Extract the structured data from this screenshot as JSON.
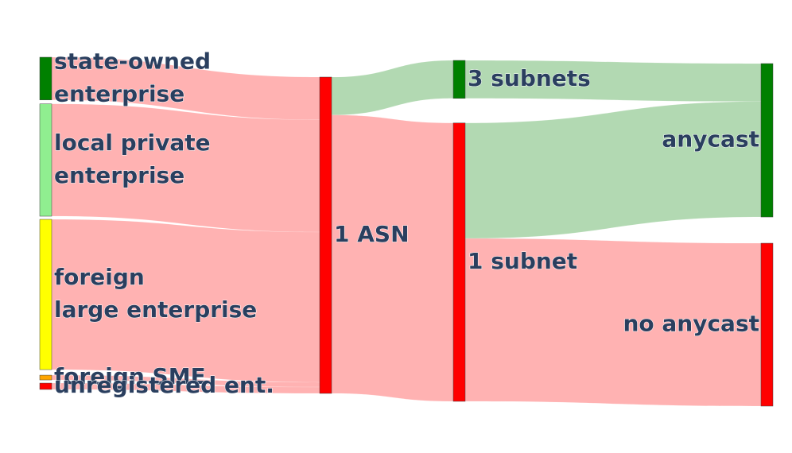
{
  "chart_data": {
    "type": "sankey",
    "nodes": [
      {
        "id": "soe",
        "label": [
          "state-owned",
          "enterprise"
        ],
        "color": "#008000",
        "column": 0,
        "label_side": "right"
      },
      {
        "id": "lpe",
        "label": [
          "local private",
          "enterprise"
        ],
        "color": "#90ee90",
        "column": 0,
        "label_side": "right"
      },
      {
        "id": "fle",
        "label": [
          "foreign",
          "large enterprise"
        ],
        "color": "#ffff00",
        "column": 0,
        "label_side": "right"
      },
      {
        "id": "fsme",
        "label": [
          "foreign SME"
        ],
        "color": "#ffa500",
        "column": 0,
        "label_side": "right"
      },
      {
        "id": "unr",
        "label": [
          "unregistered ent."
        ],
        "color": "#ff0000",
        "column": 0,
        "label_side": "right"
      },
      {
        "id": "asn1",
        "label": [
          "1 ASN"
        ],
        "color": "#ff0000",
        "column": 1,
        "label_side": "right"
      },
      {
        "id": "sub3",
        "label": [
          "3 subnets"
        ],
        "color": "#008000",
        "column": 2,
        "label_side": "right"
      },
      {
        "id": "sub1",
        "label": [
          "1 subnet"
        ],
        "color": "#ff0000",
        "column": 2,
        "label_side": "right"
      },
      {
        "id": "any",
        "label": [
          "anycast"
        ],
        "color": "#008000",
        "column": 3,
        "label_side": "left"
      },
      {
        "id": "noany",
        "label": [
          "no anycast"
        ],
        "color": "#ff0000",
        "column": 3,
        "label_side": "left"
      }
    ],
    "links": [
      {
        "source": "soe",
        "target": "asn1",
        "value": 27,
        "color": "rgba(255,0,0,0.3)"
      },
      {
        "source": "lpe",
        "target": "asn1",
        "value": 71,
        "color": "rgba(255,0,0,0.3)"
      },
      {
        "source": "fle",
        "target": "asn1",
        "value": 95,
        "color": "rgba(255,0,0,0.3)"
      },
      {
        "source": "fsme",
        "target": "asn1",
        "value": 3,
        "color": "rgba(255,0,0,0.3)"
      },
      {
        "source": "unr",
        "target": "asn1",
        "value": 4,
        "color": "rgba(255,0,0,0.3)"
      },
      {
        "source": "asn1",
        "target": "sub3",
        "value": 24,
        "color": "rgba(0,128,0,0.3)"
      },
      {
        "source": "asn1",
        "target": "sub1",
        "value": 176,
        "color": "rgba(255,0,0,0.3)"
      },
      {
        "source": "sub3",
        "target": "any",
        "value": 24,
        "color": "rgba(0,128,0,0.3)"
      },
      {
        "source": "sub1",
        "target": "any",
        "value": 73,
        "color": "rgba(0,128,0,0.3)"
      },
      {
        "source": "sub1",
        "target": "noany",
        "value": 103,
        "color": "rgba(255,0,0,0.3)"
      }
    ]
  }
}
